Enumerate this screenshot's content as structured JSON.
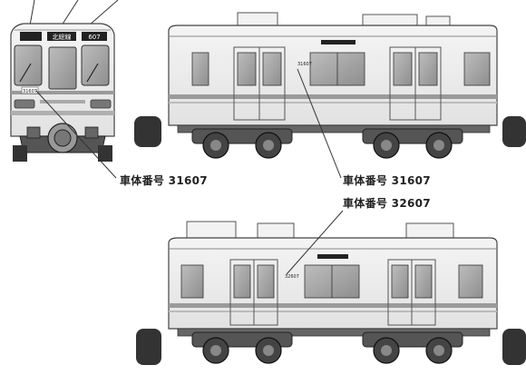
{
  "diagram": {
    "callouts": {
      "front_car_number": "車体番号 31607",
      "top_car_number": "車体番号 31607",
      "bottom_car_number": "車体番号 32607"
    },
    "car_side_plates": {
      "top": "31607",
      "bottom": "32607"
    },
    "front_cab": {
      "number_plate": "31607",
      "destination_sign": "北総線",
      "run_number": "607"
    }
  }
}
